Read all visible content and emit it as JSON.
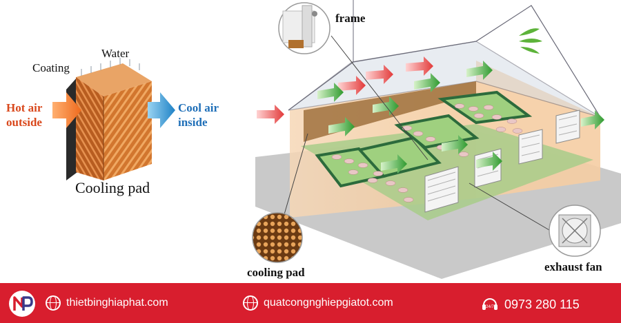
{
  "labels": {
    "water": "Water",
    "coating": "Coating",
    "hot_air_line1": "Hot air",
    "hot_air_line2": "outside",
    "cool_air_line1": "Cool air",
    "cool_air_line2": "inside",
    "cooling_pad_main": "Cooling pad",
    "frame": "frame",
    "cooling_pad": "cooling pad",
    "exhaust_fan": "exhaust fan"
  },
  "footer": {
    "website1": "thietbinghiaphat.com",
    "website2": "quatcongnghiepgiatot.com",
    "support_badge": "24/7",
    "phone": "0973 280 115"
  },
  "colors": {
    "footer_bg": "#d81e2e",
    "hot_air_text": "#d9481c",
    "cool_air_text": "#1f6fb8",
    "airflow_arrow_hot": "#e23a3a",
    "airflow_arrow_cool": "#2f9a2f"
  },
  "icons": [
    "brand-logo-icon",
    "globe-icon",
    "support-24-7-icon",
    "leaf-logo"
  ]
}
